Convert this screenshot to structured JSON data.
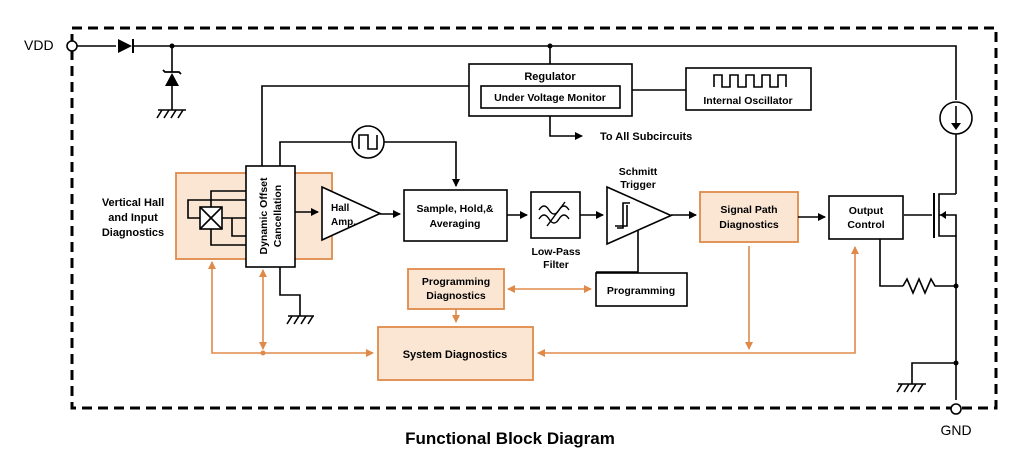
{
  "pins": {
    "vdd": "VDD",
    "gnd": "GND"
  },
  "blocks": {
    "regulator": "Regulator",
    "uvm": "Under Voltage Monitor",
    "oscillator": "Internal Oscillator",
    "subcircuits": "To All Subcircuits",
    "hall_input": [
      "Vertical Hall",
      "and Input",
      "Diagnostics"
    ],
    "dynamic_offset": [
      "Dynamic Offset",
      "Cancellation"
    ],
    "hall_amp": [
      "Hall",
      "Amp."
    ],
    "sample_hold": [
      "Sample, Hold,&",
      "Averaging"
    ],
    "low_pass": [
      "Low-Pass",
      "Filter"
    ],
    "schmitt": [
      "Schmitt",
      "Trigger"
    ],
    "signal_path": [
      "Signal Path",
      "Diagnostics"
    ],
    "output_control": [
      "Output",
      "Control"
    ],
    "programming_diag": [
      "Programming",
      "Diagnostics"
    ],
    "programming": "Programming",
    "system_diag": "System Diagnostics"
  },
  "caption": "Functional Block Diagram",
  "colors": {
    "diagnostic_fill": "#fbe6d4",
    "diagnostic_stroke": "#e08a4a",
    "line": "#000000"
  }
}
